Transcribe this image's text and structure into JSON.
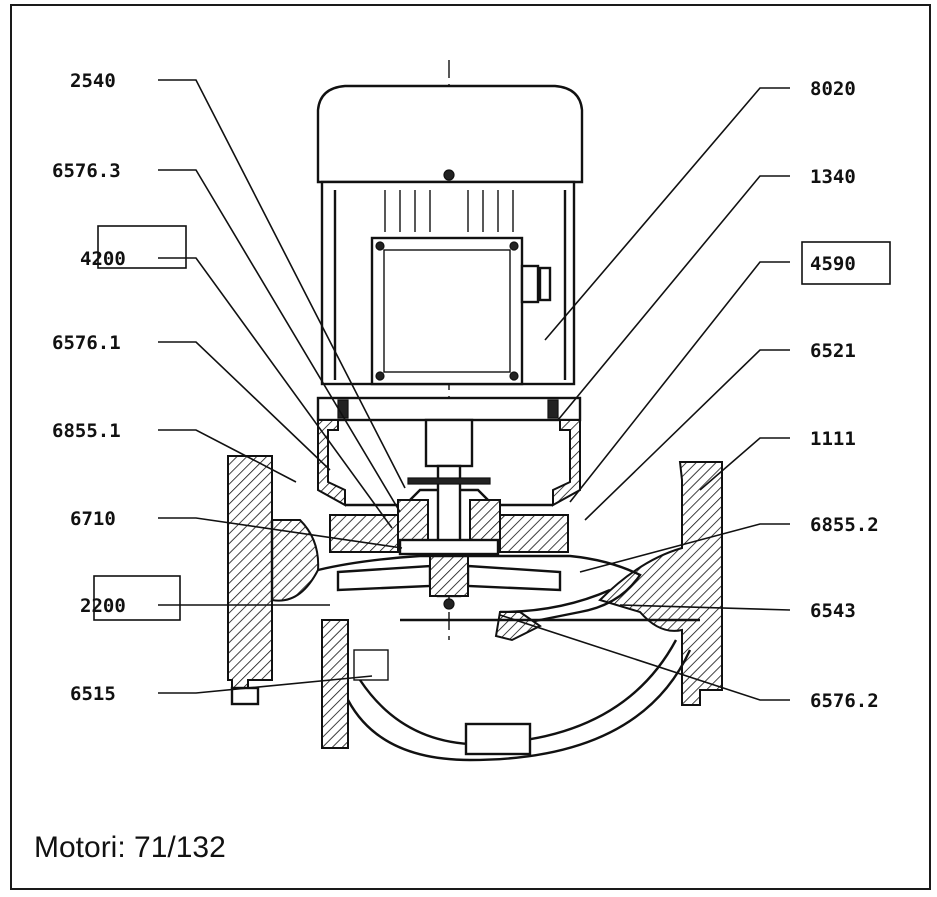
{
  "caption": "Motori: 71/132",
  "labels_left": [
    "2540",
    "6576.3",
    "4200",
    "6576.1",
    "6855.1",
    "6710",
    "2200",
    "6515"
  ],
  "labels_right": [
    "8020",
    "1340",
    "4590",
    "6521",
    "1111",
    "6855.2",
    "6543",
    "6576.2"
  ],
  "boxed_labels": [
    "4200",
    "4590",
    "2200"
  ],
  "colors": {
    "ink": "#111111",
    "paper": "#ffffff"
  }
}
